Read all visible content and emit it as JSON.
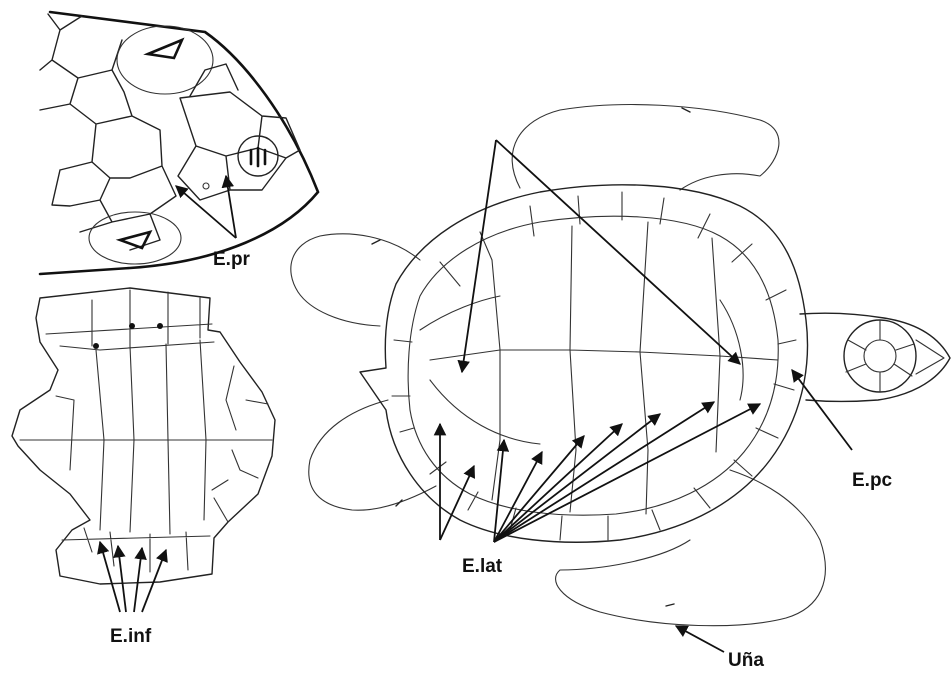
{
  "labels": {
    "prefrontal": "E.pr",
    "inframarginal": "E.inf",
    "lateral": "E.lat",
    "precentral": "E.pc",
    "claw": "Uña"
  }
}
